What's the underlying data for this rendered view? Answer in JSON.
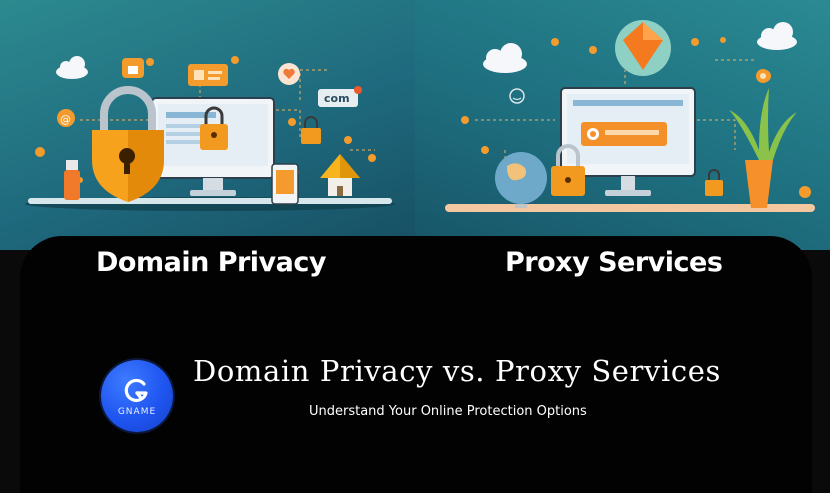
{
  "left_panel": {
    "label": "Domain Privacy",
    "screen_tag": "com"
  },
  "right_panel": {
    "label": "Proxy Services"
  },
  "brand": {
    "logo_text": "GNAME",
    "color": "#1f55f0"
  },
  "headline": {
    "title": "Domain Privacy vs. Proxy Services",
    "subtitle": "Understand Your Online Protection Options"
  },
  "colors": {
    "background": "#020202",
    "teal": "#2c8a8f",
    "accent_orange": "#f6a12a"
  }
}
